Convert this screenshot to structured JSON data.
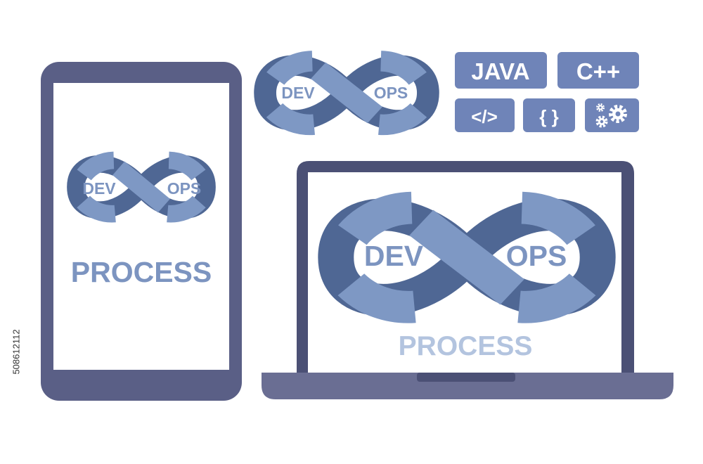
{
  "colors": {
    "frame": "#5a5f86",
    "frame_dark": "#4b5075",
    "screen": "#ffffff",
    "loop_dark": "#4f6794",
    "loop_light": "#7e98c4",
    "text_dark": "#7c94c0",
    "text_light": "#b3c4df",
    "badge": "#6f84b8",
    "badge_text": "#ffffff"
  },
  "infinity_labels": {
    "dev": "DEV",
    "ops": "OPS"
  },
  "phone": {
    "process_label": "PROCESS"
  },
  "laptop": {
    "process_label": "PROCESS"
  },
  "badges": {
    "java": "JAVA",
    "cpp": "C++",
    "tag": "</>",
    "braces": "{ }",
    "gears_icon": "gears-icon"
  },
  "stock_id": "508612112"
}
